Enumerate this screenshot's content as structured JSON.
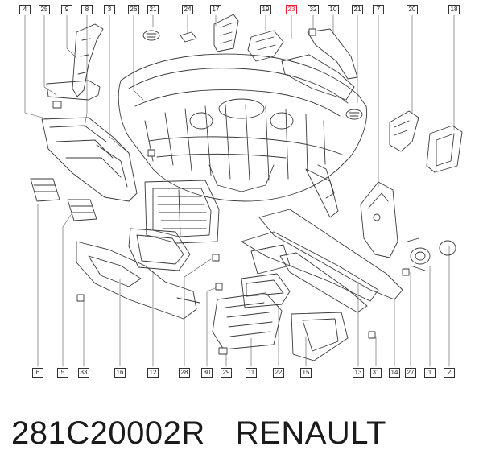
{
  "diagram": {
    "callouts_top": [
      "4",
      "25",
      "9",
      "8",
      "3",
      "26",
      "21",
      "24",
      "17",
      "19",
      "23",
      "32",
      "10",
      "21",
      "7",
      "20",
      "18"
    ],
    "callouts_bottom": [
      "6",
      "5",
      "33",
      "16",
      "12",
      "28",
      "30",
      "29",
      "11",
      "22",
      "15",
      "13",
      "31",
      "14",
      "27",
      "1",
      "2"
    ],
    "highlight_label": "23",
    "highlight_color": "#e0202a"
  },
  "caption": {
    "part_number": "281C20002R",
    "brand": "RENAULT"
  }
}
